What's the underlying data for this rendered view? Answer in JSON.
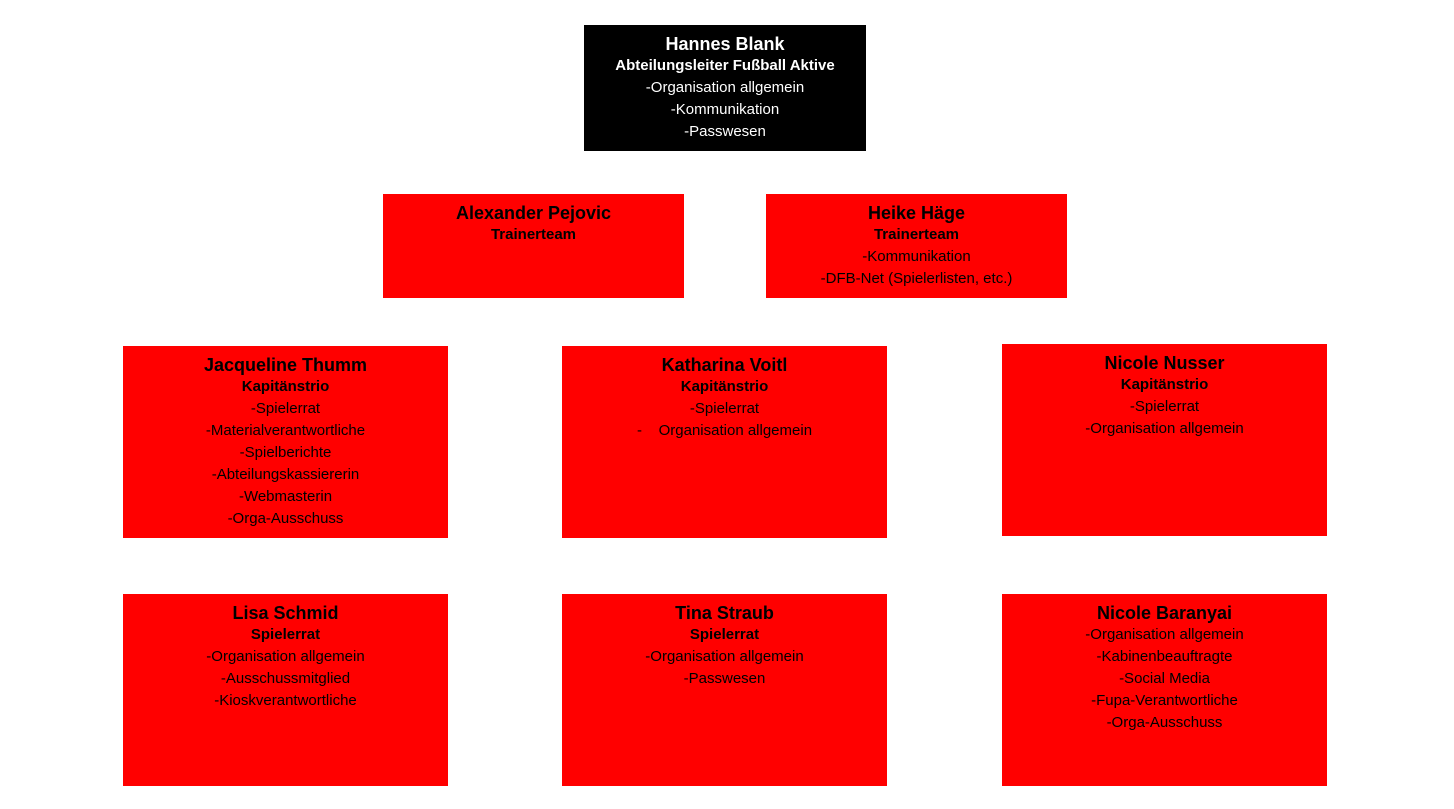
{
  "chart": {
    "head": {
      "name": "Hannes Blank",
      "role": "Abteilungsleiter Fußball Aktive",
      "tasks": [
        "-Organisation allgemein",
        "-Kommunikation",
        "-Passwesen"
      ]
    },
    "row2": [
      {
        "name": "Alexander Pejovic",
        "role": "Trainerteam",
        "tasks": []
      },
      {
        "name": "Heike Häge",
        "role": "Trainerteam",
        "tasks": [
          "-Kommunikation",
          "-DFB-Net (Spielerlisten, etc.)"
        ]
      }
    ],
    "row3": [
      {
        "name": "Jacqueline Thumm",
        "role": "Kapitänstrio",
        "tasks": [
          "-Spielerrat",
          "-Materialverantwortliche",
          "-Spielberichte",
          "-Abteilungskassiererin",
          "-Webmasterin",
          "-Orga-Ausschuss"
        ]
      },
      {
        "name": "Katharina Voitl",
        "role": "Kapitänstrio",
        "tasks": [
          "-Spielerrat",
          "-    Organisation allgemein"
        ]
      },
      {
        "name": "Nicole Nusser",
        "role": "Kapitänstrio",
        "tasks": [
          "-Spielerrat",
          "-Organisation allgemein"
        ]
      }
    ],
    "row4": [
      {
        "name": "Lisa Schmid",
        "role": "Spielerrat",
        "tasks": [
          "-Organisation allgemein",
          "-Ausschussmitglied",
          "-Kioskverantwortliche"
        ]
      },
      {
        "name": "Tina Straub",
        "role": "Spielerrat",
        "tasks": [
          "-Organisation allgemein",
          "-Passwesen"
        ]
      },
      {
        "name": "Nicole Baranyai",
        "role": "",
        "tasks": [
          "-Organisation allgemein",
          "-Kabinenbeauftragte",
          "-Social Media",
          "-Fupa-Verantwortliche",
          "-Orga-Ausschuss"
        ]
      }
    ]
  },
  "colors": {
    "head_bg": "#000000",
    "box_bg": "#ff0000",
    "page_bg": "#ffffff"
  }
}
